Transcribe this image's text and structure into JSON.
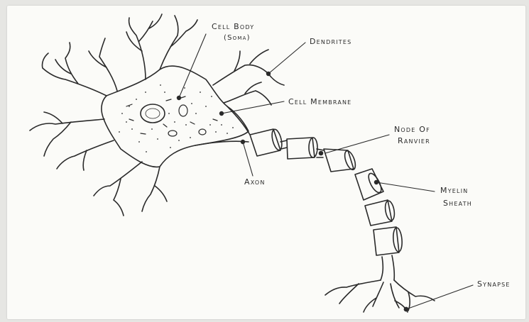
{
  "diagram": {
    "labels": {
      "cell_body_line1": "Cell Body",
      "cell_body_line2": "(Soma)",
      "dendrites": "Dendrites",
      "cell_membrane": "Cell Membrane",
      "node_line1": "Node Of",
      "node_line2": "Ranvier",
      "axon": "Axon",
      "myelin_line1": "Myelin",
      "myelin_line2": "Sheath",
      "synapse": "Synapse"
    },
    "colors": {
      "ink": "#2a2a2a",
      "paper": "#fbfbf8",
      "background": "#e6e6e3"
    }
  }
}
